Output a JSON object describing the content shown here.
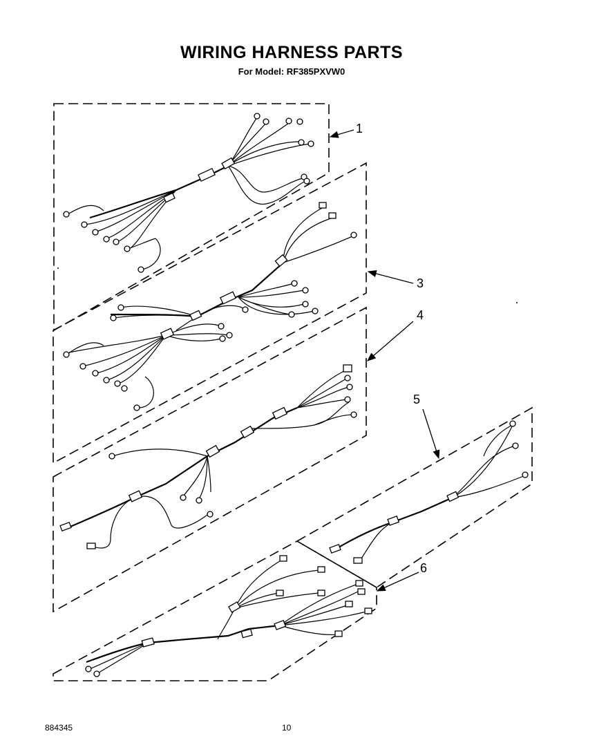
{
  "title": "WIRING HARNESS PARTS",
  "subtitle": "For Model: RF385PXVW0",
  "callouts": [
    "1",
    "3",
    "4",
    "5",
    "6"
  ],
  "footer": {
    "doc_number": "884345",
    "page_number": "10"
  }
}
